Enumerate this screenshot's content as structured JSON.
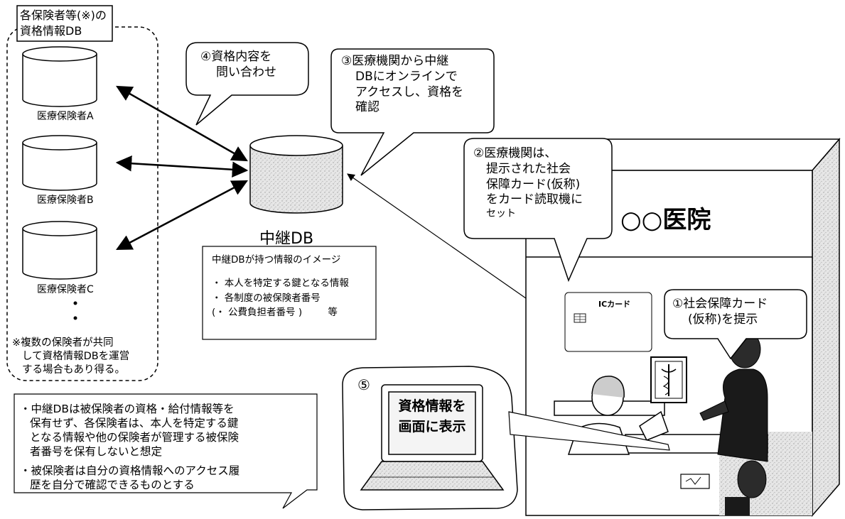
{
  "insurers_panel": {
    "title_line1": "各保険者等(※)の",
    "title_line2": "資格情報DB",
    "insurers": [
      {
        "label": "医療保険者A"
      },
      {
        "label": "医療保険者B"
      },
      {
        "label": "医療保険者C"
      }
    ],
    "footnote_line1": "※複数の保険者が共同",
    "footnote_line2": "して資格情報DBを運営",
    "footnote_line3": "する場合もあり得る。"
  },
  "bubbles": {
    "step4_line1": "④資格内容を",
    "step4_line2": "問い合わせ",
    "step3_line1": "③医療機関から中継",
    "step3_line2": "DBにオンラインで",
    "step3_line3": "アクセスし、資格を",
    "step3_line4": "確認",
    "step2_line1": "②医療機関は、",
    "step2_line2": "提示された社会",
    "step2_line3": "保障カード(仮称)",
    "step2_line4": "をカード読取機に",
    "step2_line5": "セット",
    "step1_line1": "①社会保障カード",
    "step1_line2": "(仮称)を提示"
  },
  "relay_db": {
    "label": "中継DB",
    "info_title": "中継DBが持つ情報のイメージ",
    "info_item1": "・ 本人を特定する鍵となる情報",
    "info_item2": "・ 各制度の被保険者番号",
    "info_item3": "(・ 公費負担者番号 )",
    "info_item3_suffix": "等"
  },
  "clinic": {
    "name": "○○医院",
    "ic_card_label": "ICカード"
  },
  "laptop": {
    "step_number": "⑤",
    "screen_line1": "資格情報を",
    "screen_line2": "画面に表示"
  },
  "notes": {
    "note1_line1": "・中継DBは被保険者の資格・給付情報等を",
    "note1_line2": "保有せず、各保険者は、本人を特定する鍵",
    "note1_line3": "となる情報や他の保険者が管理する被保険",
    "note1_line4": "者番号を保有しないと想定",
    "note2_line1": "・被保険者は自分の資格情報へのアクセス履",
    "note2_line2": "歴を自分で確認できるものとする"
  },
  "colors": {
    "line": "#000000",
    "clinic_side_fill": "#e4e4e4",
    "db_inner_fill": "#f3f3f3",
    "screen_fill": "#eeeeee"
  }
}
